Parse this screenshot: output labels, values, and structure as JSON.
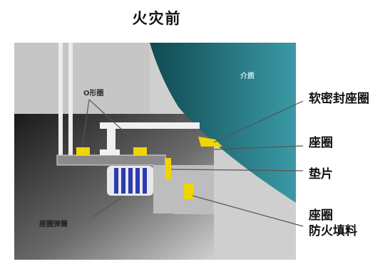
{
  "title": "火灾前",
  "labels": {
    "medium": "介质",
    "o_ring": "O形圈",
    "seat_spring": "座圈弹簧",
    "soft_seal_seat": "软密封座圈",
    "seat": "座圈",
    "gasket": "垫片",
    "seat_fire_line1": "座圈",
    "seat_fire_line2": "防火填料"
  },
  "colors": {
    "fluid": "#1f6f78",
    "seal_yellow": "#f2d400",
    "spring_blue": "#2c3bb0"
  }
}
